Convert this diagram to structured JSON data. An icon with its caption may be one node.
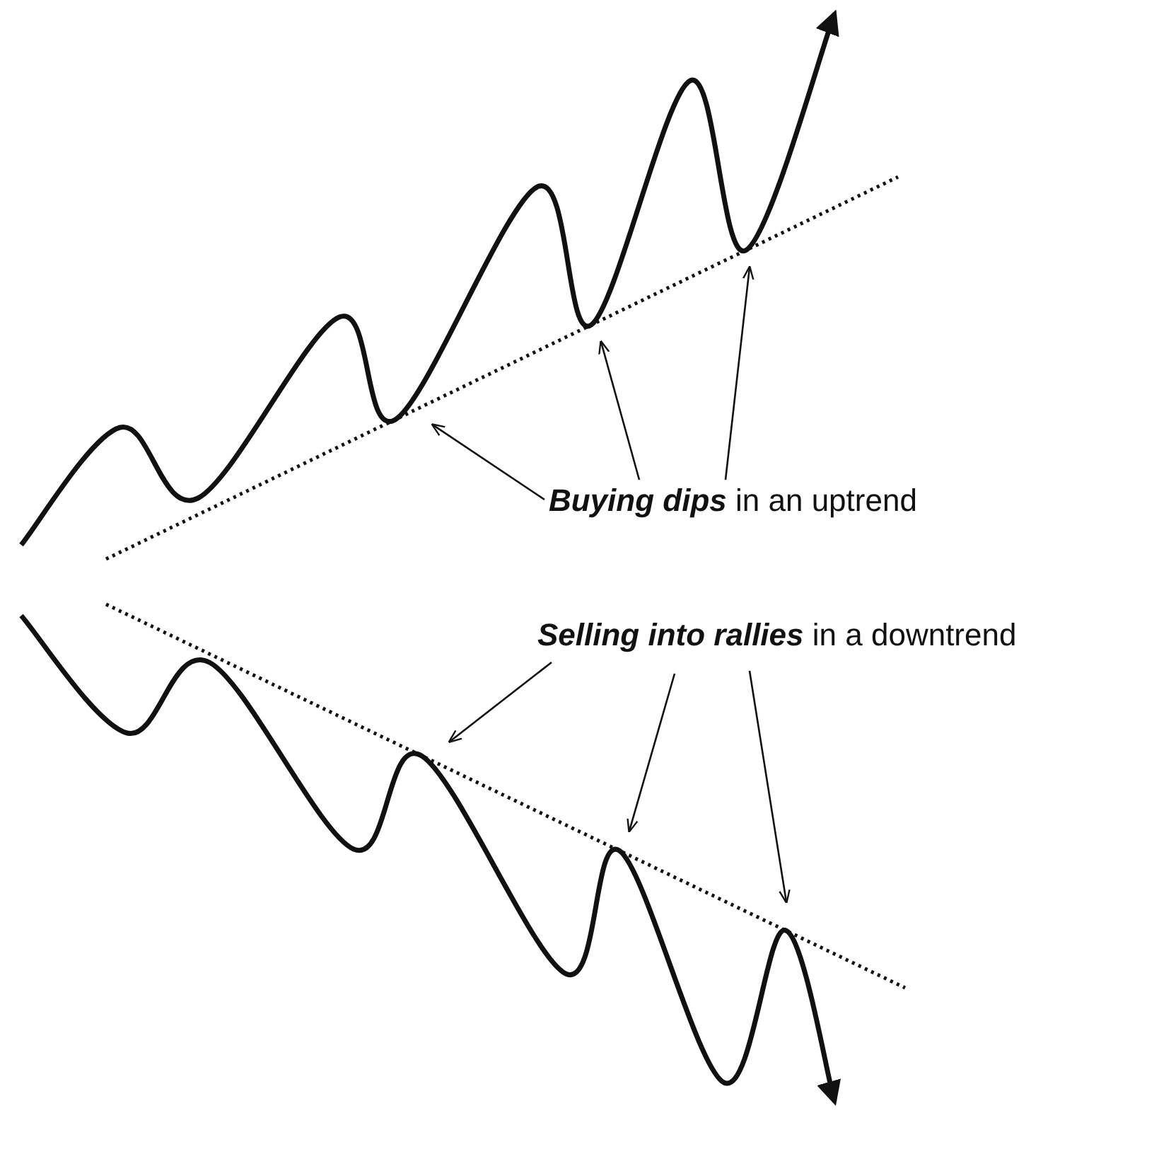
{
  "diagram": {
    "nodes": [
      {
        "text": [
          "**Buying dips** in an uptrend"
        ]
      },
      {
        "text": [
          "**Selling into rallies** in a downtrend"
        ]
      }
    ],
    "edges": [
      {
        "from": 0,
        "to": null,
        "arrow": "to"
      },
      {
        "from": 0,
        "to": null,
        "arrow": "to"
      },
      {
        "from": 0,
        "to": null,
        "arrow": "to"
      },
      {
        "from": 1,
        "to": null,
        "arrow": "to"
      },
      {
        "from": 1,
        "to": null,
        "arrow": "to"
      },
      {
        "from": 1,
        "to": null,
        "arrow": "to"
      }
    ]
  }
}
